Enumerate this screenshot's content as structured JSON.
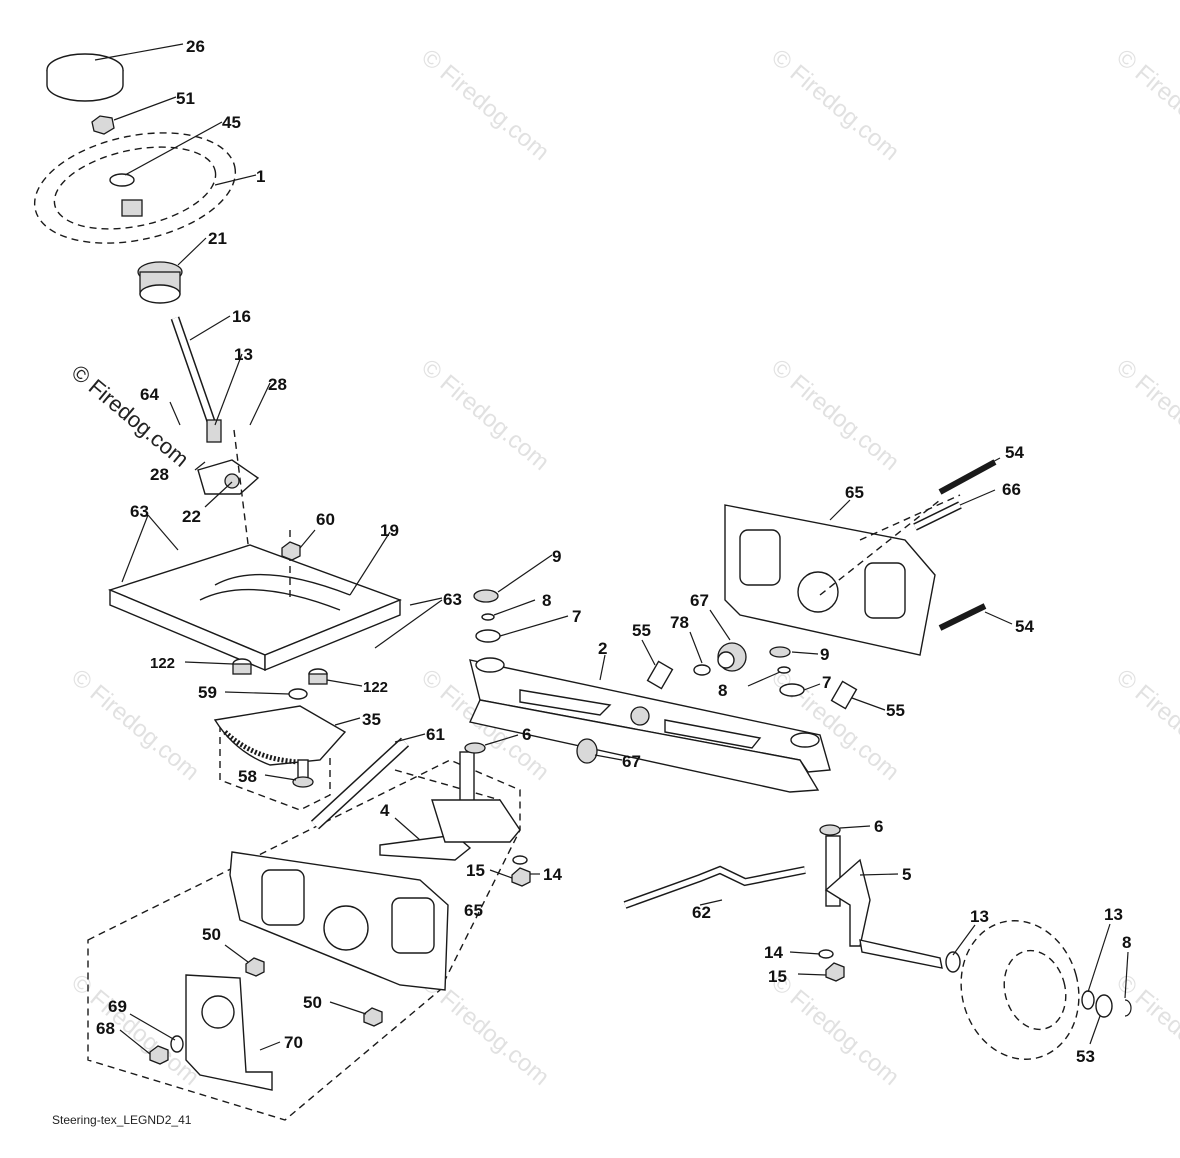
{
  "diagram": {
    "footer": "Steering-tex_LEGND2_41",
    "watermark": "© Firedog.com",
    "callouts": {
      "c26": "26",
      "c51": "51",
      "c45": "45",
      "c1": "1",
      "c21": "21",
      "c16": "16",
      "c13a": "13",
      "c64": "64",
      "c28a": "28",
      "c28b": "28",
      "c22": "22",
      "c63a": "63",
      "c60": "60",
      "c19": "19",
      "c63b": "63",
      "c122a": "122",
      "c122b": "122",
      "c59": "59",
      "c35": "35",
      "c58": "58",
      "c61": "61",
      "c9a": "9",
      "c8a": "8",
      "c7a": "7",
      "c2": "2",
      "c55a": "55",
      "c78": "78",
      "c67a": "67",
      "c9b": "9",
      "c8b": "8",
      "c7b": "7",
      "c55b": "55",
      "c6a": "6",
      "c67b": "67",
      "c4": "4",
      "c15a": "15",
      "c14a": "14",
      "c65a": "65",
      "c54a": "54",
      "c66": "66",
      "c54b": "54",
      "c65b": "65",
      "c6b": "6",
      "c5": "5",
      "c62": "62",
      "c13b": "13",
      "c13c": "13",
      "c8c": "8",
      "c14b": "14",
      "c15b": "15",
      "c53": "53",
      "c50a": "50",
      "c50b": "50",
      "c69": "69",
      "c68": "68",
      "c70": "70"
    }
  }
}
